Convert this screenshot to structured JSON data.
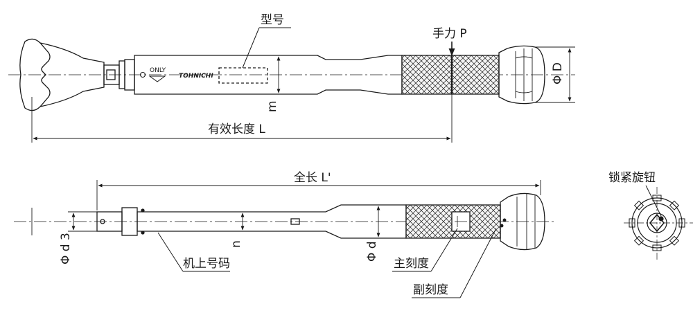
{
  "labels": {
    "model": "型号",
    "hand_force": "手力 P",
    "diameter_D": "Φ D",
    "dim_m": "m",
    "effective_length": "有效长度 L",
    "total_length": "全长 L'",
    "diameter_d3": "Φ d 3",
    "dim_n": "n",
    "diameter_d": "Φ d",
    "serial_number": "机上号码",
    "main_scale": "主刻度",
    "sub_scale": "副刻度",
    "lock_knob": "锁紧旋钮"
  },
  "wrench_marks": {
    "only_text": "ONLY",
    "brand_text": "TOHNICHI"
  },
  "colors": {
    "line": "#1a1a1a",
    "centerline": "#333333",
    "knurl_fill": "#f4f4f4",
    "page_bg": "#ffffff"
  }
}
